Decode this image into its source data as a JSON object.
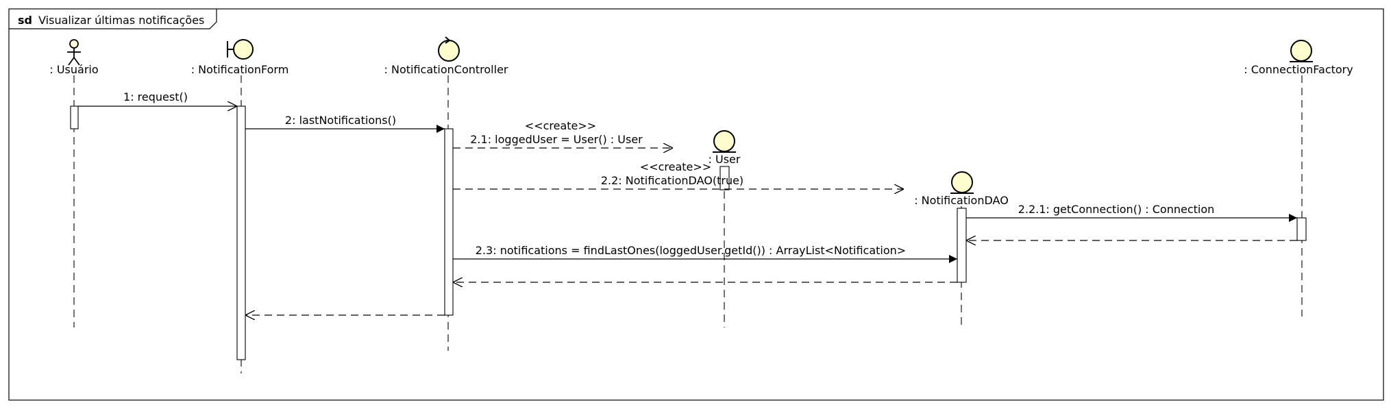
{
  "frame": {
    "keyword": "sd",
    "title": "Visualizar últimas notificações"
  },
  "participants": {
    "usuario": {
      "label": ": Usuário",
      "kind": "actor"
    },
    "form": {
      "label": ": NotificationForm",
      "kind": "boundary"
    },
    "controller": {
      "label": ": NotificationController",
      "kind": "control"
    },
    "user": {
      "label": ": User",
      "kind": "entity"
    },
    "dao": {
      "label": ": NotificationDAO",
      "kind": "entity"
    },
    "factory": {
      "label": ": ConnectionFactory",
      "kind": "entity"
    }
  },
  "messages": {
    "m1": {
      "label": "1: request()",
      "type": "async"
    },
    "m2": {
      "label": "2: lastNotifications()",
      "type": "sync"
    },
    "m21": {
      "stereotype": "<<create>>",
      "label": "2.1: loggedUser = User() : User",
      "type": "create"
    },
    "m22": {
      "stereotype": "<<create>>",
      "label": "2.2: NotificationDAO(true)",
      "type": "create"
    },
    "m221": {
      "label": "2.2.1: getConnection() : Connection",
      "type": "sync"
    },
    "m23": {
      "label": "2.3: notifications = findLastOnes(loggedUser.getId()) : ArrayList<Notification>",
      "type": "sync"
    }
  },
  "colors": {
    "participant_fill": "#FEFECE",
    "line": "#000000",
    "frame_border": "#000000"
  }
}
